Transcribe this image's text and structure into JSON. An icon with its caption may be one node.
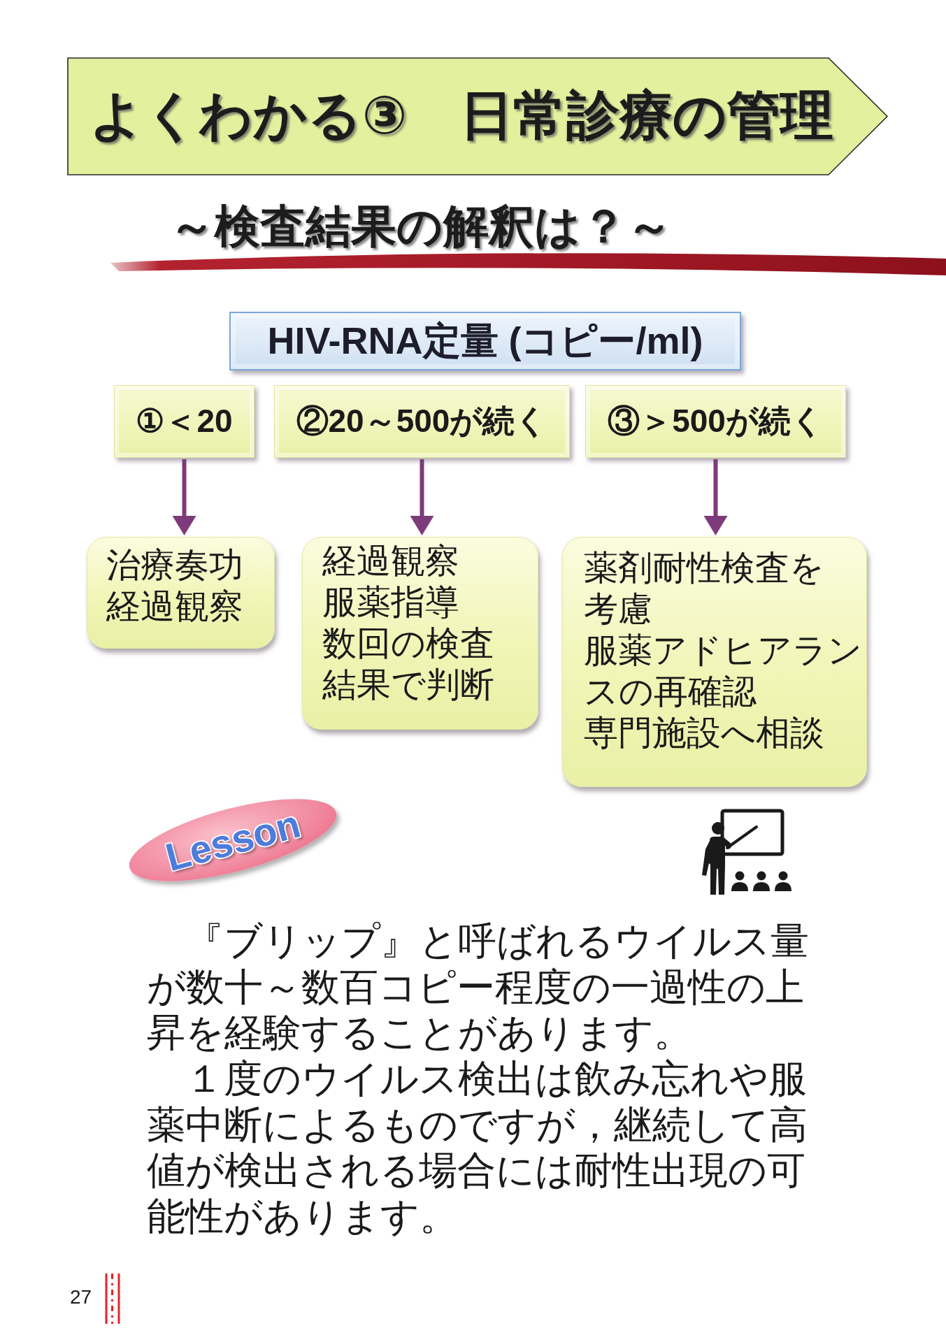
{
  "diagram": {
    "title": "よくわかる③　日常診療の管理",
    "nodes": [
      {
        "text": [
          "HIV-RNA定量 (コピー/ml)"
        ]
      },
      {
        "text": [
          "①＜20"
        ]
      },
      {
        "text": [
          "②20～500が続く"
        ]
      },
      {
        "text": [
          "③＞500が続く"
        ]
      },
      {
        "text": [
          "治療奏功",
          "経過観察"
        ]
      },
      {
        "text": [
          "経過観察",
          "服薬指導",
          "数回の検査結果で判断"
        ]
      },
      {
        "text": [
          "薬剤耐性検査を考慮",
          "服薬アドヒアランスの再確認",
          "専門施設へ相談"
        ]
      },
      {
        "text": [
          "Lesson"
        ]
      }
    ],
    "edges": [
      {
        "from": 1,
        "to": 4,
        "arrow": "to"
      },
      {
        "from": 2,
        "to": 5,
        "arrow": "to"
      },
      {
        "from": 3,
        "to": 6,
        "arrow": "to"
      }
    ],
    "labels": [
      "～検査結果の解釈は？～",
      "『ブリップ』と呼ばれるウイルス量が数十～数百コピー程度の一過性の上昇を経験することがあります。",
      "１度のウイルス検出は飲み忘れや服薬中断によるものですが，継続して高値が検出される場合には耐性出現の可能性があります。",
      "27"
    ]
  }
}
